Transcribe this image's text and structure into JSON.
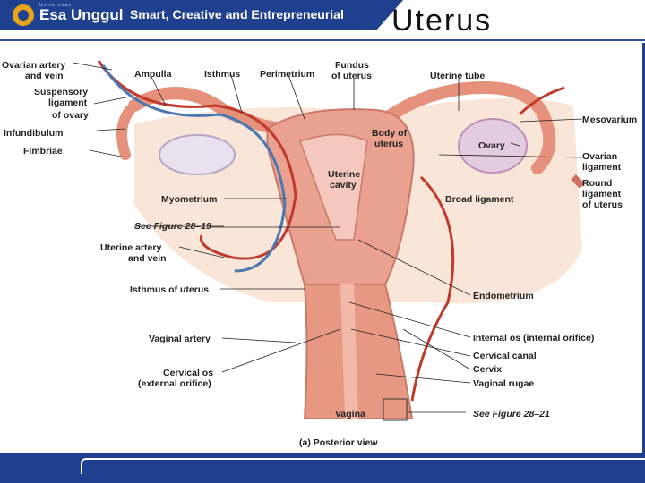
{
  "header": {
    "logo_small": "Universitas",
    "logo_name": "Esa Unggul",
    "tagline": "Smart, Creative and Entrepreneurial",
    "title": "Uterus"
  },
  "labels": {
    "ovarian_artery": "Ovarian artery",
    "and_vein_1": "and vein",
    "ampulla": "Ampulla",
    "isthmus": "Isthmus",
    "perimetrium": "Perimetrium",
    "fundus": "Fundus",
    "of_uterus_1": "of uterus",
    "uterine_tube": "Uterine tube",
    "suspensory_1": "Suspensory",
    "suspensory_2": "ligament",
    "suspensory_3": "of ovary",
    "infundibulum": "Infundibulum",
    "fimbriae": "Fimbriae",
    "body_1": "Body of",
    "body_2": "uterus",
    "mesovarium": "Mesovarium",
    "ovary": "Ovary",
    "ovarian_lig_1": "Ovarian",
    "ovarian_lig_2": "ligament",
    "uterine_cavity_1": "Uterine",
    "uterine_cavity_2": "cavity",
    "round_lig_1": "Round",
    "round_lig_2": "ligament",
    "round_lig_3": "of uterus",
    "myometrium": "Myometrium",
    "broad_ligament": "Broad ligament",
    "see_fig_1": "See Figure 28–19",
    "uterine_artery": "Uterine artery",
    "and_vein_2": "and vein",
    "isthmus_uterus": "Isthmus of uterus",
    "endometrium": "Endometrium",
    "vaginal_artery": "Vaginal artery",
    "internal_os": "Internal os (internal orifice)",
    "cervical_canal": "Cervical canal",
    "cervical_os_1": "Cervical os",
    "cervical_os_2": "(external orifice)",
    "cervix": "Cervix",
    "vaginal_rugae": "Vaginal rugae",
    "vagina": "Vagina",
    "see_fig_2": "See Figure 28–21",
    "caption": "(a)  Posterior view"
  }
}
